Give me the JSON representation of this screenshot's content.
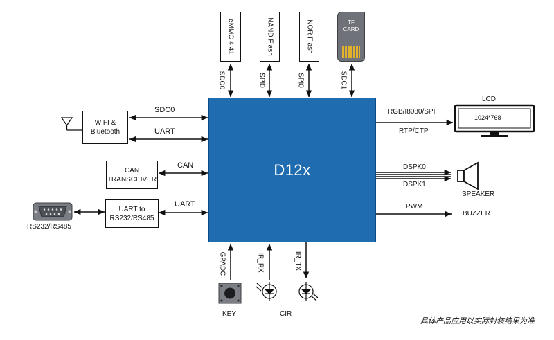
{
  "soc": {
    "label": "D12x"
  },
  "top_devices": {
    "emmc": "eMMC 4.41",
    "nand": "NAND Flash",
    "nor": "NOR Flash",
    "tf_card": "TF\nCARD"
  },
  "top_buses": {
    "sdc0": "SDC0",
    "spi0_nand": "SPI0",
    "spi0_nor": "SPI0",
    "sdc1": "SDC1"
  },
  "left": {
    "wifi_box": "WIFI &\nBluetooth",
    "wifi_sdc0": "SDC0",
    "wifi_uart": "UART",
    "can_box": "CAN\nTRANSCEIVER",
    "can_label": "CAN",
    "uart_box": "UART to\nRS232/RS485",
    "uart_label": "UART",
    "rs_label": "RS232/RS485"
  },
  "right": {
    "lcd_title": "LCD",
    "lcd_res": "1024*768",
    "lcd_bus": "RGB/I8080/SPI",
    "touch_bus": "RTP/CTP",
    "dspk0": "DSPK0",
    "dspk1": "DSPK1",
    "speaker": "SPEAKER",
    "pwm": "PWM",
    "buzzer": "BUZZER"
  },
  "bottom": {
    "gpadc": "GPADC",
    "ir_rx": "IR_RX",
    "ir_tx": "IR_TX",
    "key": "KEY",
    "cir": "CIR"
  },
  "footnote": "具体产品应用以实际封装结果为准",
  "colors": {
    "soc_fill": "#1f6db0",
    "soc_text": "#ffffff",
    "line": "#111111"
  }
}
